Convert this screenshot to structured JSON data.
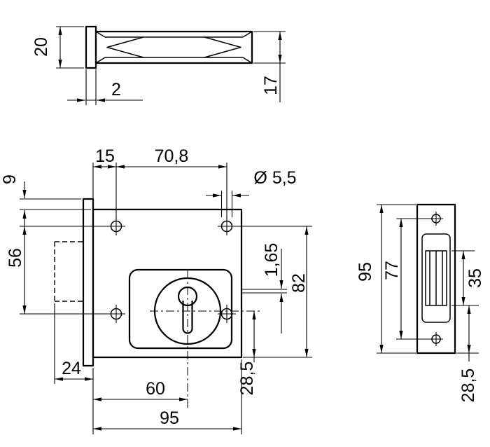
{
  "colors": {
    "line": "#000000",
    "background": "#ffffff"
  },
  "views": {
    "bolt_side_view": {
      "dims": {
        "plate_width": "20",
        "plate_thickness": "2",
        "bolt_height": "17"
      }
    },
    "front_view": {
      "dims": {
        "hole_edge_offset": "15",
        "hole_spacing_horizontal": "70,8",
        "top_edge_offset": "9",
        "hole_diameter": "Ø 5,5",
        "hole_spacing_vertical": "56",
        "face_gap": "1,65",
        "height_to_bottom": "82",
        "recess_width": "24",
        "cylinder_distance": "60",
        "case_width": "95",
        "cylinder_to_bottom": "28,5"
      }
    },
    "strike_plate_view": {
      "dims": {
        "plate_height": "95",
        "hole_spacing": "77",
        "opening_height": "35",
        "bottom_offset": "28,5"
      }
    }
  }
}
